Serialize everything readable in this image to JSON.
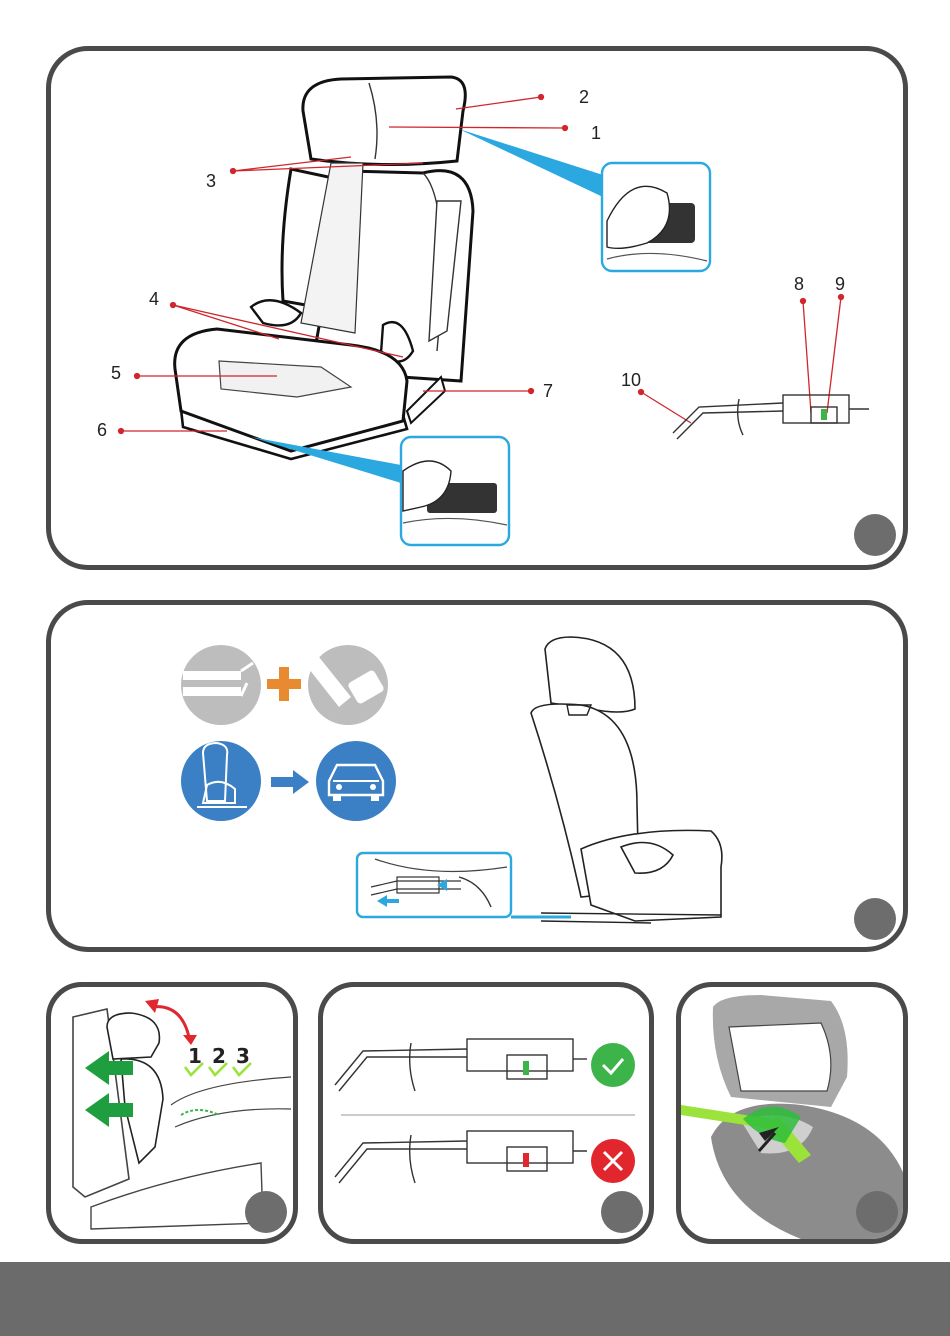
{
  "panel1": {
    "callouts": [
      "1",
      "2",
      "3",
      "4",
      "5",
      "6",
      "7",
      "8",
      "9",
      "10"
    ]
  },
  "panel3": {
    "height_steps": [
      "1",
      "2",
      "3"
    ]
  },
  "colors": {
    "frame": "#4a4a4a",
    "callout_red": "#d0262c",
    "highlight_blue": "#2aa8df",
    "icon_blue": "#3b7fc4",
    "icon_grey": "#bdbdbd",
    "plus_orange": "#e88a2f",
    "ok_green": "#3cb44a",
    "error_red": "#e1262d",
    "belt_green": "#9be33a",
    "arrow_green": "#1e9e3e",
    "step_dot": "#6d6d6d",
    "footer": "#6b6b6b"
  },
  "icons": {
    "status_ok": "check-circle-icon",
    "status_error": "cross-circle-icon",
    "plus": "plus-icon",
    "arrow": "arrow-right-icon"
  }
}
